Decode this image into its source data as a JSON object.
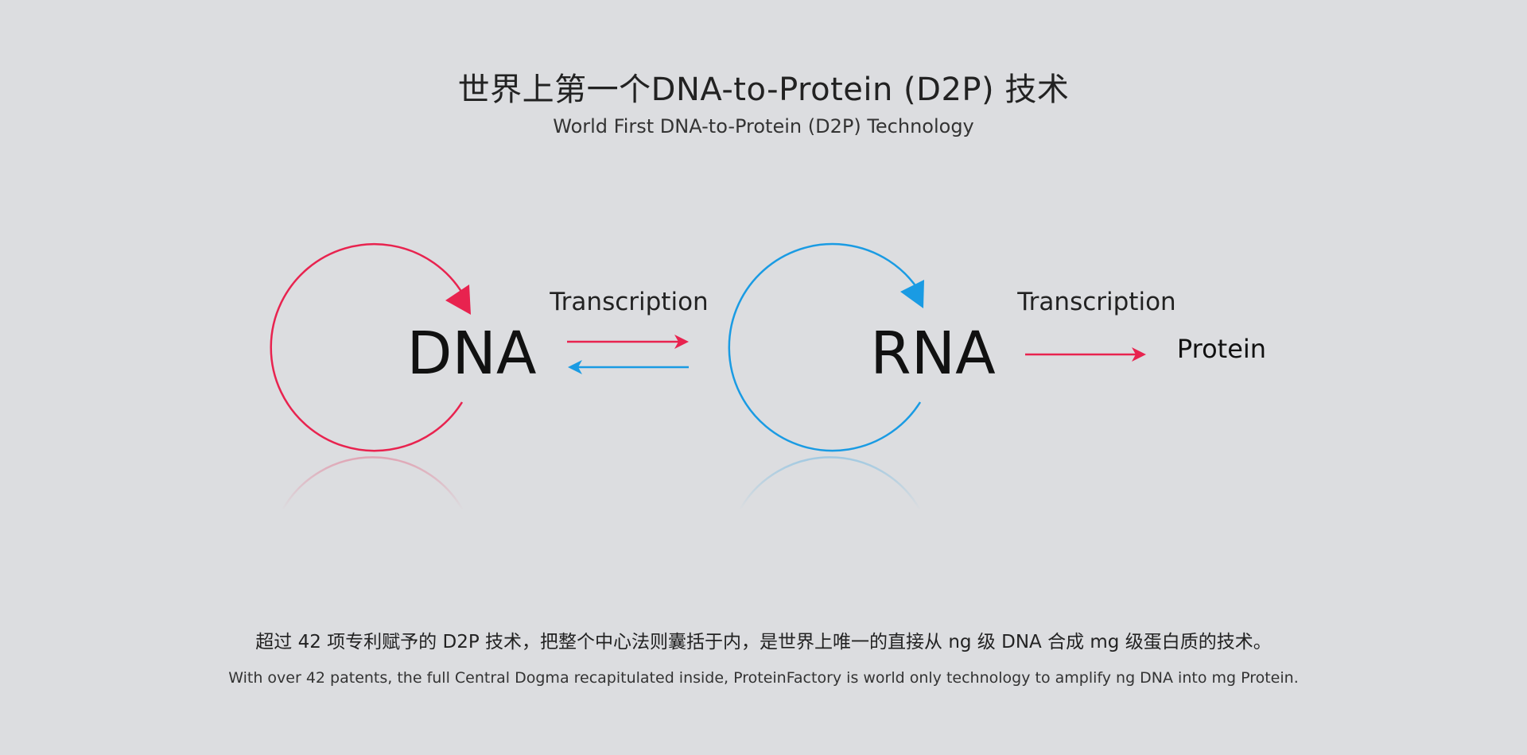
{
  "header": {
    "title_cn": "世界上第一个DNA-to-Protein (D2P) 技术",
    "title_en": "World First DNA-to-Protein (D2P) Technology"
  },
  "diagram": {
    "nodes": {
      "dna": "DNA",
      "rna": "RNA",
      "protein": "Protein"
    },
    "edges": {
      "dna_rna_label": "Transcription",
      "rna_protein_label": "Transcription"
    },
    "colors": {
      "dna_accent": "#e8234f",
      "rna_accent": "#1a9be3"
    }
  },
  "description": {
    "cn": "超过 42 项专利赋予的 D2P 技术，把整个中心法则囊括于内，是世界上唯一的直接从 ng 级 DNA 合成 mg 级蛋白质的技术。",
    "en": "With over 42 patents, the full Central Dogma recapitulated inside, ProteinFactory is world only technology to amplify ng DNA into mg Protein."
  }
}
